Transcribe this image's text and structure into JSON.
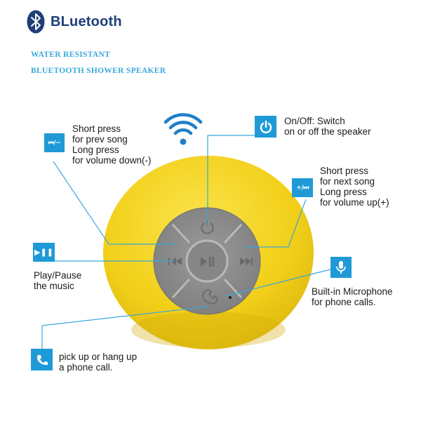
{
  "brand": {
    "name": "BLuetooth",
    "icon": "bluetooth-icon",
    "color": "#1e3f78"
  },
  "headline": {
    "line1": "WATER RESISTANT",
    "line2": "BLUETOOTH SHOWER SPEAKER"
  },
  "colors": {
    "accent": "#1f9ad6",
    "speaker": "#f3d21b",
    "panel": "#8a8a8a",
    "subhead": "#3aa8dc"
  },
  "callouts": {
    "prev": {
      "button": "⏮/−",
      "text": "Short press\nfor prev song\nLong press\nfor volume down(-)"
    },
    "power": {
      "icon": "power-icon",
      "text": "On/Off: Switch\non or off the speaker"
    },
    "next": {
      "button": "+/⏭",
      "text": "Short press\nfor next song\nLong press\nfor volume up(+)"
    },
    "play": {
      "button": "▶❚❚",
      "text": "Play/Pause\nthe music"
    },
    "mic": {
      "icon": "microphone-icon",
      "text": "Built-in Microphone\nfor phone calls."
    },
    "call": {
      "icon": "phone-icon",
      "text": "pick up or hang up\na phone call."
    }
  }
}
